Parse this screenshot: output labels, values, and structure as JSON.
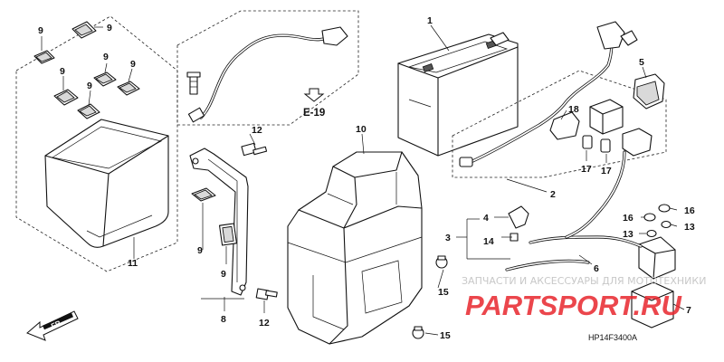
{
  "diagram": {
    "callouts": {
      "battery": "1",
      "positive_cable": "2",
      "ground_cable_assy": "3",
      "ground_terminal": "4",
      "relay_cover": "5",
      "starter_cable": "6",
      "starter_relay": "7",
      "battery_holder": "8",
      "cushion_1": "9",
      "cushion_2": "9",
      "cushion_3": "9",
      "cushion_4": "9",
      "cushion_5": "9",
      "cushion_6": "9",
      "cushion_7": "9",
      "cushion_8": "9",
      "battery_cover": "10",
      "battery_case": "11",
      "bolt_12_top": "12",
      "bolt_12_bottom": "12",
      "nut_13_a": "13",
      "nut_13_b": "13",
      "screw_14": "14",
      "screw_15_a": "15",
      "screw_15_b": "15",
      "nut_16_a": "16",
      "nut_16_b": "16",
      "clip_17_a": "17",
      "clip_17_b": "17",
      "fuse_relay_18": "18"
    },
    "cross_reference": "E-19",
    "front_marker": "FR.",
    "diagram_code": "HP14F3400A"
  },
  "watermark": {
    "subtitle": "ЗАПЧАСТИ И АКСЕССУАРЫ ДЛЯ МОТОТЕХНИКИ",
    "brand": "PARTSPORT.RU",
    "brand_color": "#e8262d"
  }
}
